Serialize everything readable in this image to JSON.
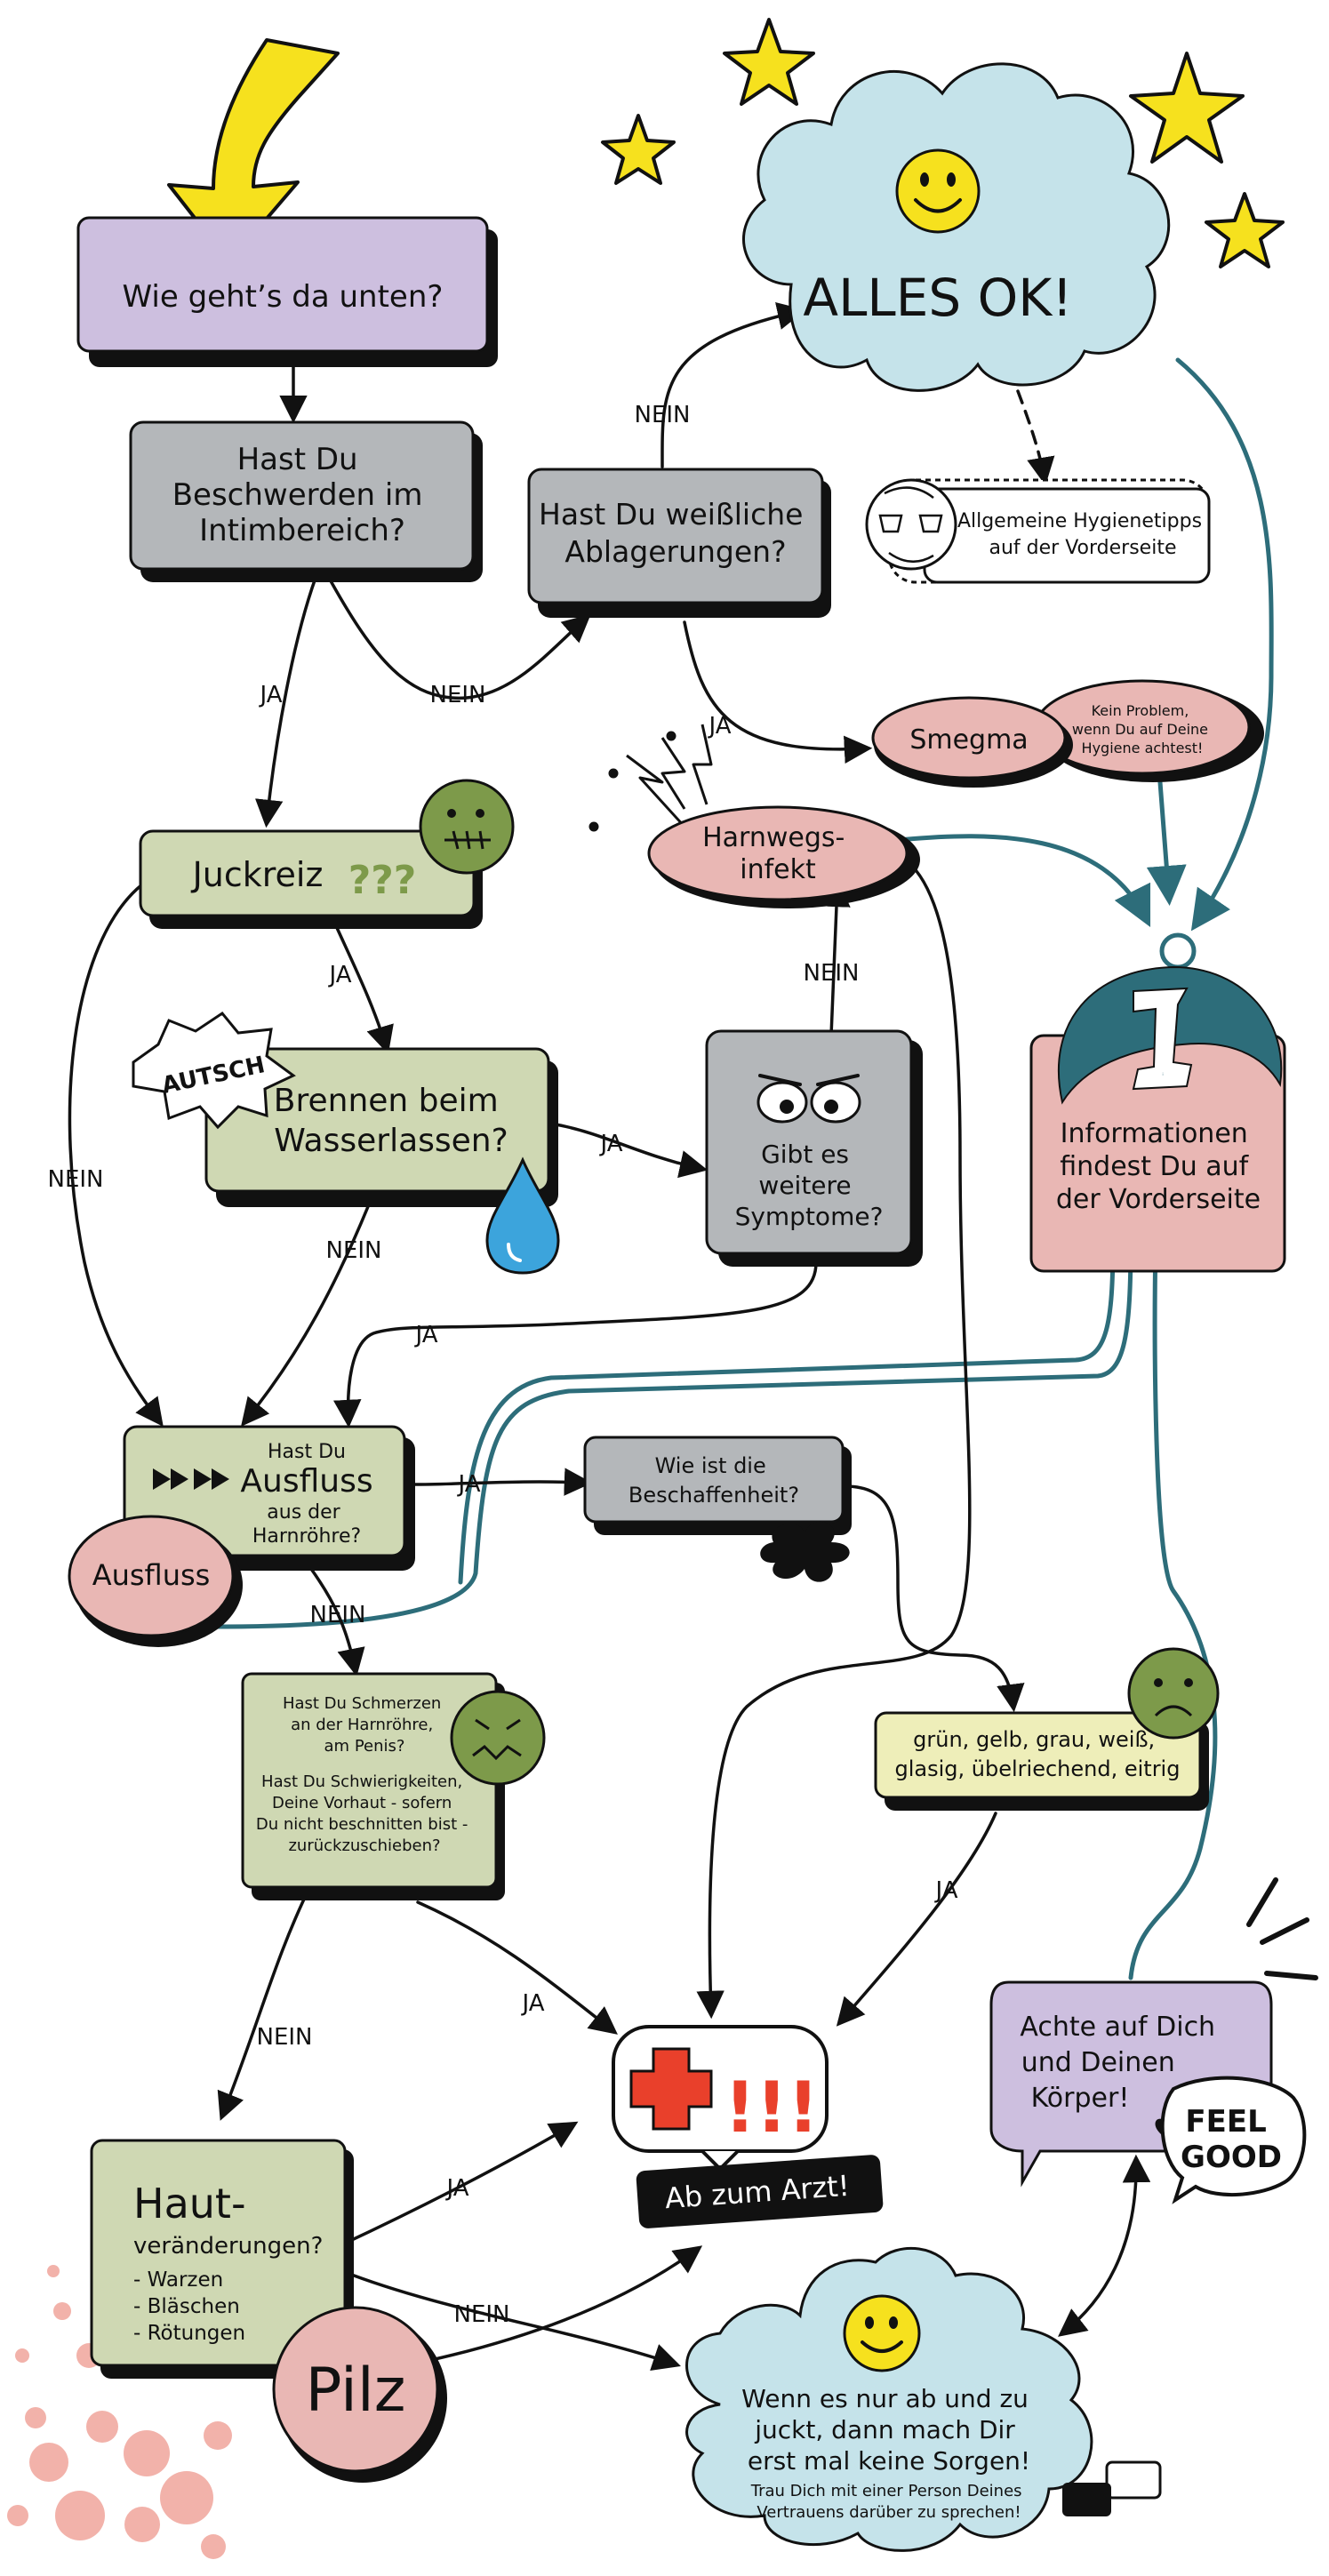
{
  "colors": {
    "lavender": "#cdbfdf",
    "gray": "#b4b7ba",
    "sage": "#cfd8b3",
    "pink": "#e9b7b4",
    "sky": "#c5e3ea",
    "cream": "#eeeeb9",
    "teal": "#2d6d7a",
    "yellow": "#f6e11e",
    "olive": "#7d9a4a",
    "drop": "#3ca4dc",
    "red": "#e9402b",
    "black": "#111111"
  },
  "nodes": {
    "start": "Wie geht’s da unten?",
    "q_beschwerden": [
      "Hast Du",
      "Beschwerden im",
      "Intimbereich?"
    ],
    "q_ablagerungen": [
      "Hast Du weißliche",
      "Ablagerungen?"
    ],
    "alles_ok": "ALLES OK!",
    "hygiene": [
      "Allgemeine Hygienetipps",
      "auf der Vorderseite"
    ],
    "smegma": "Smegma",
    "smegma_note": [
      "Kein Problem,",
      "wenn Du auf Deine",
      "Hygiene achtest!"
    ],
    "harnwegsinfekt": [
      "Harnwegs-",
      "infekt"
    ],
    "juckreiz": "Juckreiz",
    "question_marks": "???",
    "autsch": "AUTSCH",
    "brennen": [
      "Brennen beim",
      "Wasserlassen?"
    ],
    "symptome": [
      "Gibt es",
      "weitere",
      "Symptome?"
    ],
    "info_letter": "i",
    "info": [
      "Informationen",
      "findest Du auf",
      "der Vorderseite"
    ],
    "ausfluss_q_small1": "Hast Du",
    "ausfluss_q_big": "Ausfluss",
    "ausfluss_q_small2": [
      "aus der",
      "Harnröhre?"
    ],
    "ausfluss_label": "Ausfluss",
    "beschaffenheit": [
      "Wie ist die",
      "Beschaffenheit?"
    ],
    "schmerzen": [
      "Hast Du Schmerzen",
      "an der Harnröhre,",
      "am Penis?"
    ],
    "vorhaut": [
      "Hast Du Schwierigkeiten,",
      "Deine Vorhaut - sofern",
      "Du nicht beschnitten bist -",
      "zurückzuschieben?"
    ],
    "farben": [
      "grün, gelb, grau, weiß,",
      "glasig, übelriechend, eitrig"
    ],
    "arzt_signs": "!!!",
    "arzt": "Ab zum Arzt!",
    "achte": [
      "Achte auf Dich",
      "und Deinen",
      "Körper!"
    ],
    "feel_good": [
      "FEEL",
      "GOOD"
    ],
    "haut_title": [
      "Haut-",
      "veränderungen?"
    ],
    "haut_list": [
      "- Warzen",
      "- Bläschen",
      "- Rötungen"
    ],
    "pilz": "Pilz",
    "sorgen": [
      "Wenn es nur ab und zu",
      "juckt, dann mach Dir",
      "erst mal keine Sorgen!"
    ],
    "sorgen_small": [
      "Trau Dich mit einer Person Deines",
      "Vertrauens darüber zu sprechen!"
    ]
  },
  "edge_labels": {
    "ja": "JA",
    "nein": "NEIN"
  }
}
